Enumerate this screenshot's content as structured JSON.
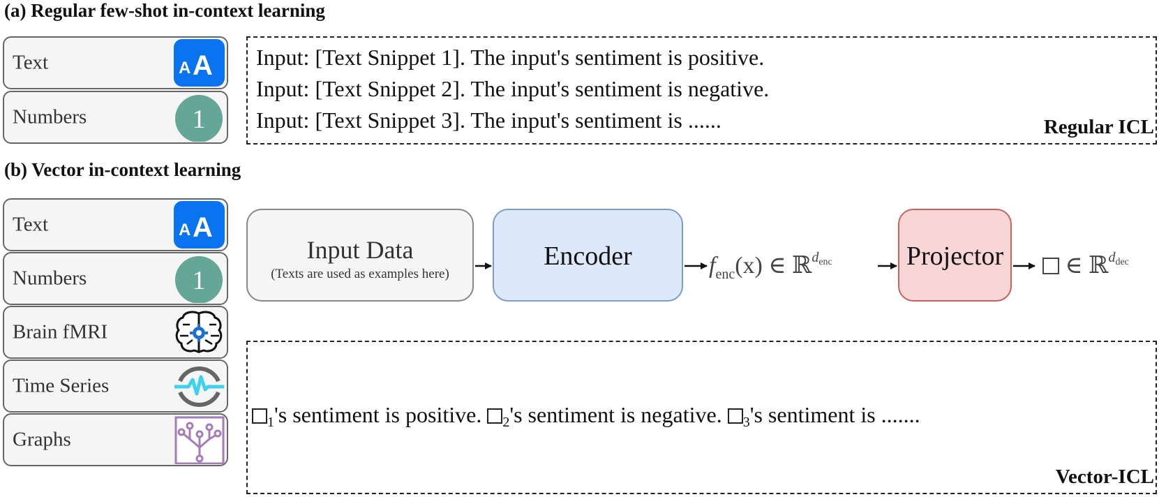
{
  "section_a": {
    "title": "(a) Regular few-shot in-context learning",
    "modalities": [
      {
        "label": "Text",
        "icon": "font-size-icon"
      },
      {
        "label": "Numbers",
        "icon": "number-one-icon",
        "glyph": "1"
      }
    ],
    "lines": [
      "Input: [Text Snippet 1]. The input's sentiment is positive.",
      "Input: [Text Snippet 2]. The input's sentiment is negative.",
      "Input: [Text Snippet 3]. The input's sentiment is ......"
    ],
    "corner_label": "Regular ICL"
  },
  "section_b": {
    "title": "(b) Vector in-context learning",
    "modalities": [
      {
        "label": "Text",
        "icon": "font-size-icon"
      },
      {
        "label": "Numbers",
        "icon": "number-one-icon",
        "glyph": "1"
      },
      {
        "label": "Brain fMRI",
        "icon": "brain-gear-icon"
      },
      {
        "label": "Time Series",
        "icon": "time-series-icon"
      },
      {
        "label": "Graphs",
        "icon": "graph-nodes-icon"
      }
    ],
    "input_block": {
      "title": "Input Data",
      "subtitle": "(Texts are used as examples here)"
    },
    "encoder_label": "Encoder",
    "projector_label": "Projector",
    "encoder_output": {
      "func": "f",
      "func_sub": "enc",
      "arg": "(x)",
      "member": "∈",
      "space": "ℝ",
      "dim": "d",
      "dim_sub": "enc"
    },
    "projector_output": {
      "member": "∈",
      "space": "ℝ",
      "dim": "d",
      "dim_sub": "dec"
    },
    "vector_sentence": [
      {
        "sub": "1",
        "text": "'s sentiment is positive. "
      },
      {
        "sub": "2",
        "text": "'s sentiment is negative. "
      },
      {
        "sub": "3",
        "text": "'s sentiment is ......."
      }
    ],
    "corner_label": "Vector-ICL"
  },
  "colors": {
    "text_icon_bg": "#0a74f0",
    "number_icon_bg": "#64a796",
    "input_block_bg": "#f5f5f5",
    "encoder_bg": "#dde9fa",
    "encoder_border": "#7b9dc9",
    "projector_bg": "#f8d6d6",
    "projector_border": "#c8625f",
    "graph_icon": "#a47cb8",
    "time_series_ring": "#666666",
    "time_series_pulse": "#3ed2ec",
    "brain_gear": "#1b6fd6"
  }
}
